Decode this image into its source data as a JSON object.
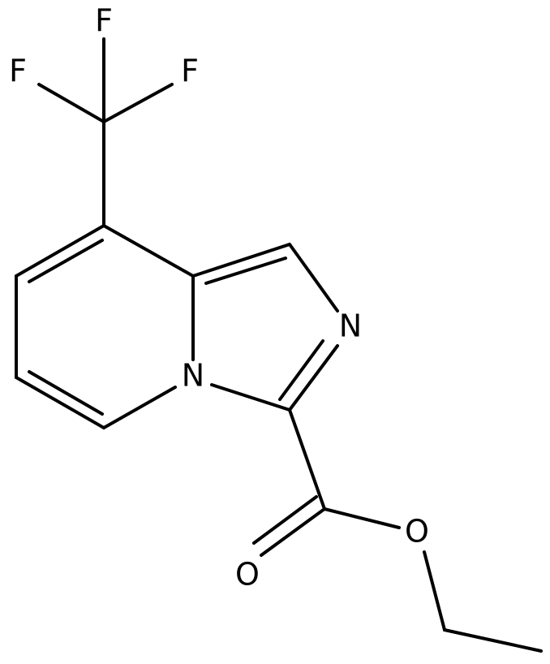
{
  "molecule": {
    "atoms": {
      "F_top": "F",
      "F_left": "F",
      "F_right": "F",
      "N_ring": "N",
      "N_imidazole": "N",
      "O_ester": "O",
      "O_carbonyl": "O"
    }
  },
  "colors": {
    "bond": "#000000",
    "label": "#000000",
    "background": "#ffffff"
  }
}
